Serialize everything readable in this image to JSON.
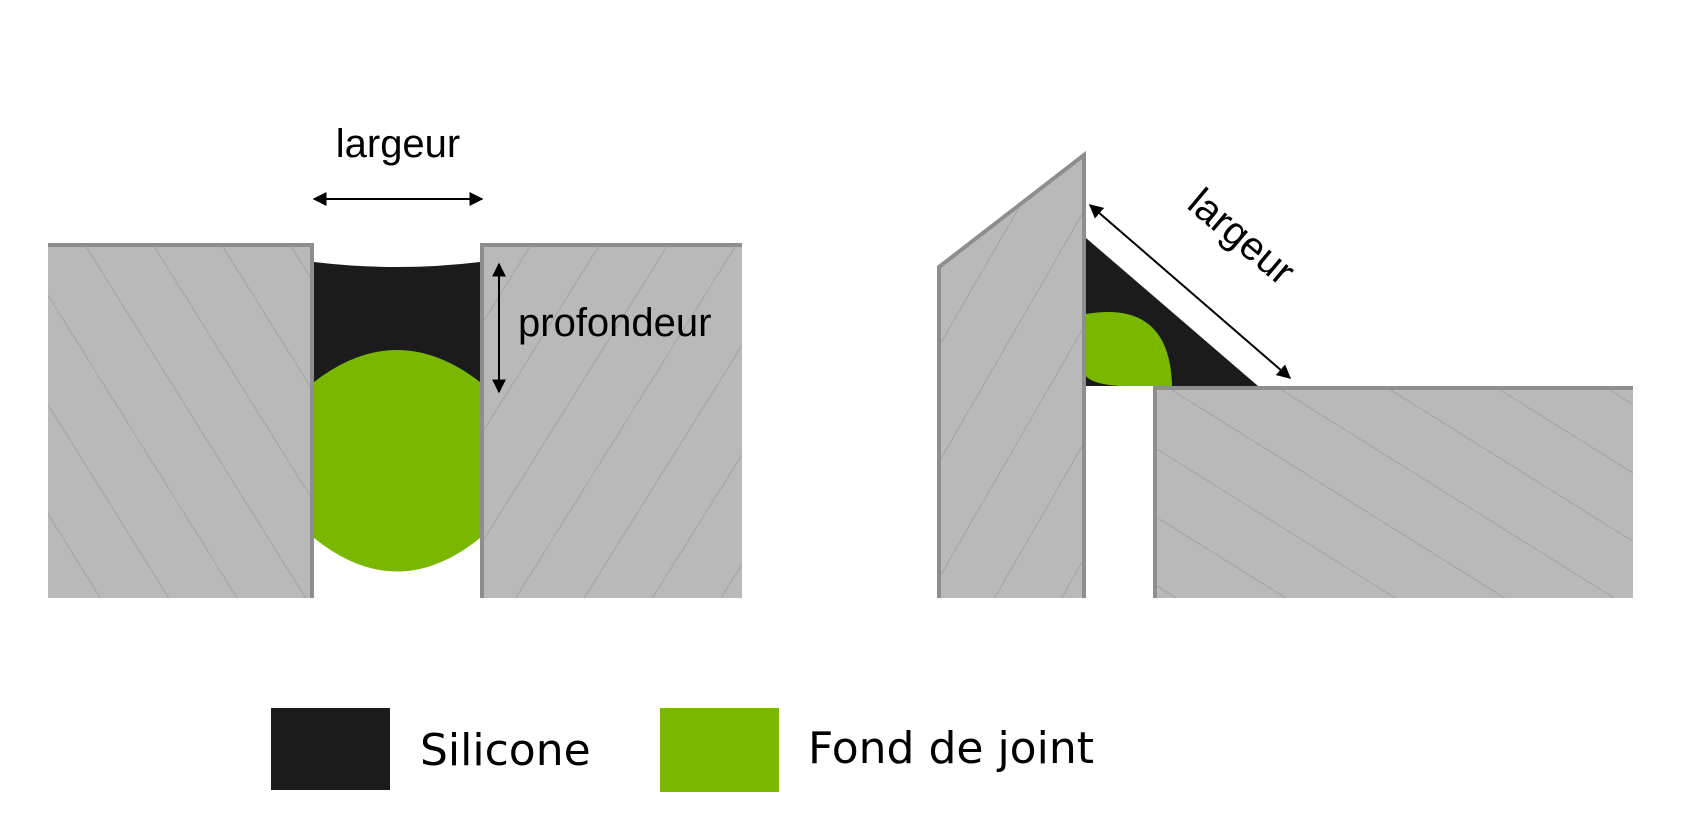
{
  "labels": {
    "left_width": "largeur",
    "left_depth": "profondeur",
    "right_width": "largeur"
  },
  "legend": [
    {
      "label": "Silicone",
      "color": "#1b1b1b"
    },
    {
      "label": "Fond de joint",
      "color": "#7ab800"
    }
  ],
  "colors": {
    "substrate": "#b9b9b9",
    "substrate_edge": "#8e8e8e",
    "hatch": "#8f8f8f",
    "silicone": "#1b1b1b",
    "backer_rod": "#7ab800",
    "arrow": "#000000"
  }
}
